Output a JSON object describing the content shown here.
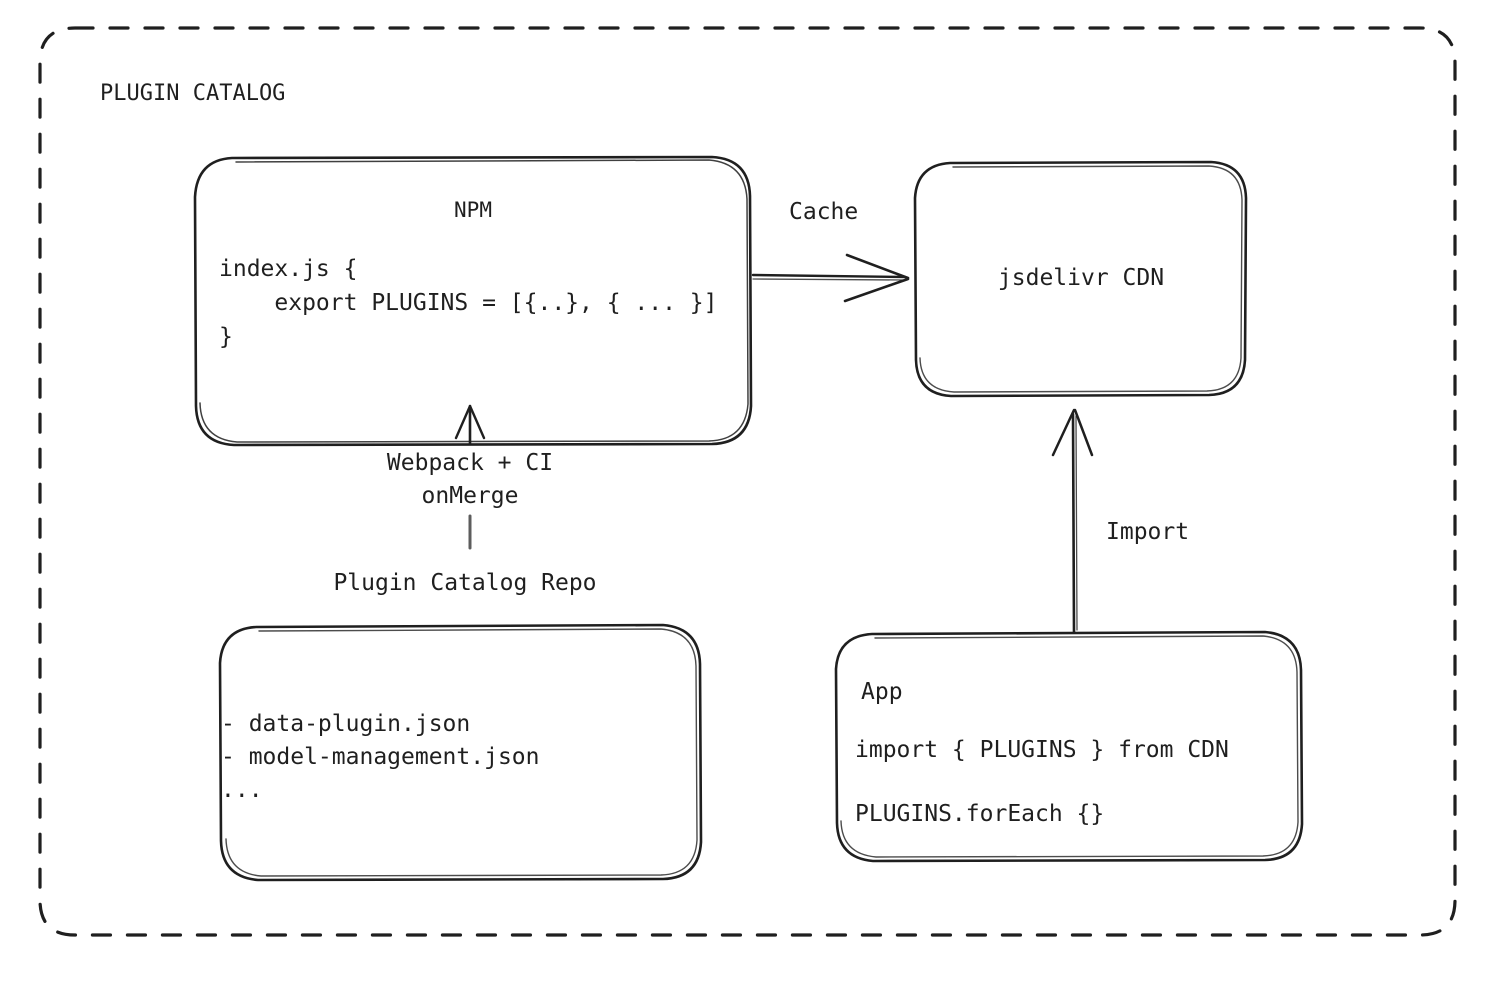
{
  "diagram": {
    "group": {
      "title": "PLUGIN CATALOG",
      "border_style": "dashed",
      "stroke_color": "#1f1f1f"
    },
    "nodes": {
      "npm": {
        "title": "NPM",
        "code": "index.js {\n    export PLUGINS = [{..}, { ... }]\n}"
      },
      "cdn": {
        "title": "jsdelivr CDN"
      },
      "repo": {
        "caption": "Plugin Catalog Repo",
        "items": "- data-plugin.json\n- model-management.json\n..."
      },
      "app": {
        "title": "App",
        "line1": "import { PLUGINS } from CDN",
        "line2": "PLUGINS.forEach {}"
      }
    },
    "edges": {
      "cache": {
        "label": "Cache"
      },
      "import": {
        "label": "Import"
      },
      "build": {
        "label": "Webpack + CI\nonMerge"
      }
    }
  }
}
